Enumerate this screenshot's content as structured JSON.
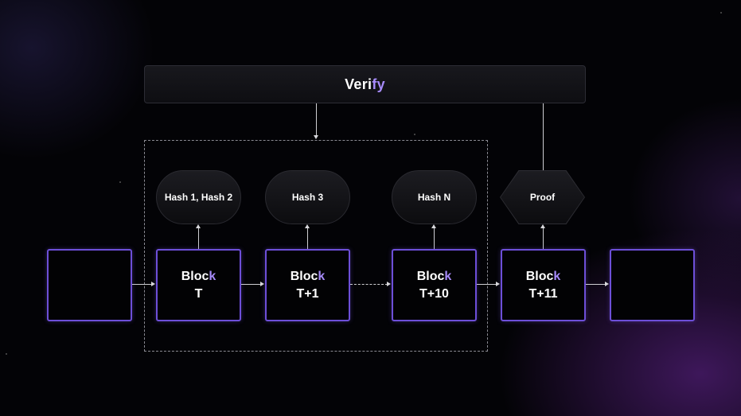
{
  "verify": {
    "label_main": "Veri",
    "label_accent": "fy"
  },
  "hashes": [
    {
      "label": "Hash 1, Hash 2"
    },
    {
      "label": "Hash 3"
    },
    {
      "label": "Hash N"
    }
  ],
  "proof": {
    "label": "Proof"
  },
  "blocks": [
    {
      "name_main": "Bloc",
      "name_accent": "k",
      "id": "T"
    },
    {
      "name_main": "Bloc",
      "name_accent": "k",
      "id": "T+1"
    },
    {
      "name_main": "Bloc",
      "name_accent": "k",
      "id": "T+10"
    },
    {
      "name_main": "Bloc",
      "name_accent": "k",
      "id": "T+11"
    }
  ],
  "colors": {
    "block_border": "#6d4fd8",
    "accent_text": "#a78bfa"
  }
}
